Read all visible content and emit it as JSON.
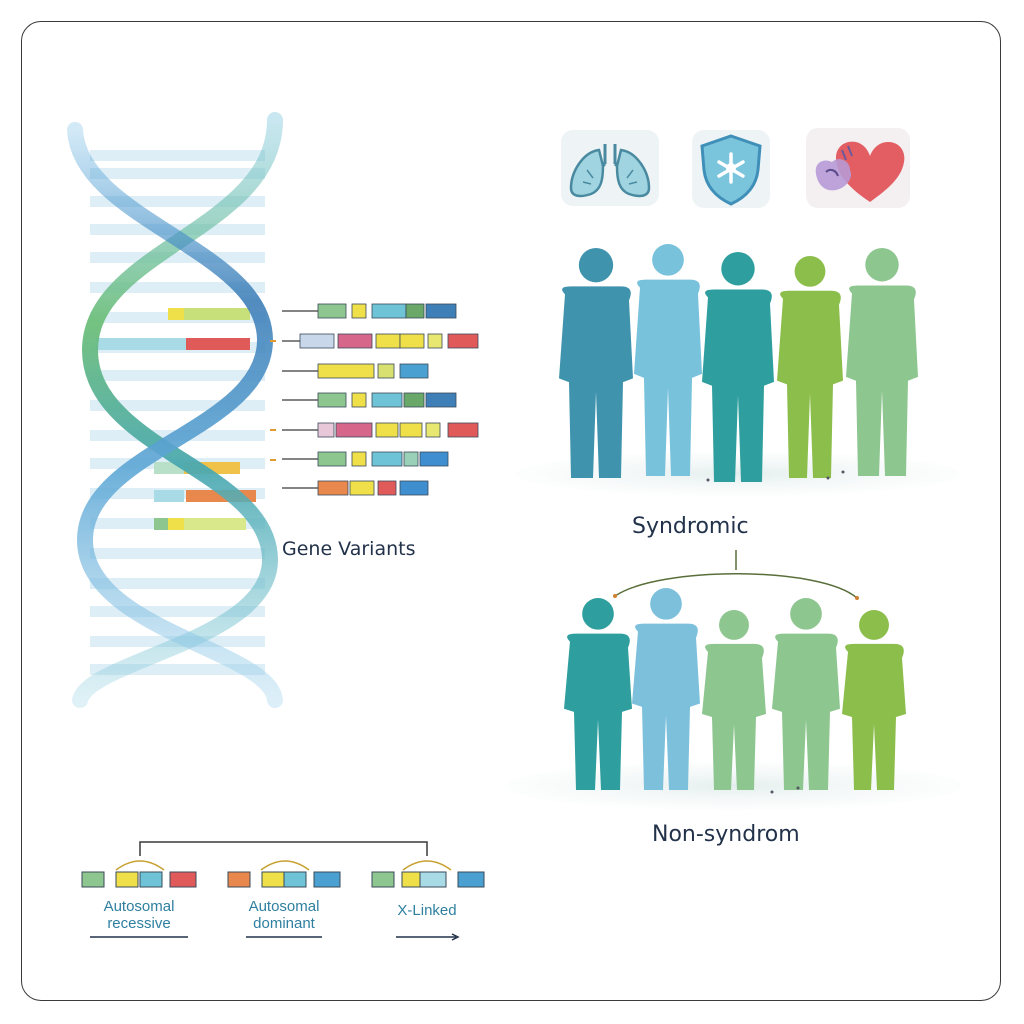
{
  "labels": {
    "gene_variants": "Gene Variants",
    "syndromic": "Syndromic",
    "non_syndromic": "Non-syndrom"
  },
  "organ_icons": [
    "lungs-icon",
    "immune-shield-icon",
    "heart-icon"
  ],
  "inheritance": [
    {
      "line1": "Autosomal",
      "line2": "recessive"
    },
    {
      "line1": "Autosomal",
      "line2": "dominant"
    },
    {
      "line1": "X-Linked",
      "line2": ""
    }
  ],
  "colors": {
    "teal": "#2e9aa6",
    "blue": "#3f7fb8",
    "light_blue": "#74bfd8",
    "green": "#8cbe4c",
    "sage": "#8dc68f",
    "red": "#e05a5a",
    "yellow": "#efe04a",
    "orange": "#e8884c",
    "pink": "#d6678a",
    "text": "#22324a"
  }
}
